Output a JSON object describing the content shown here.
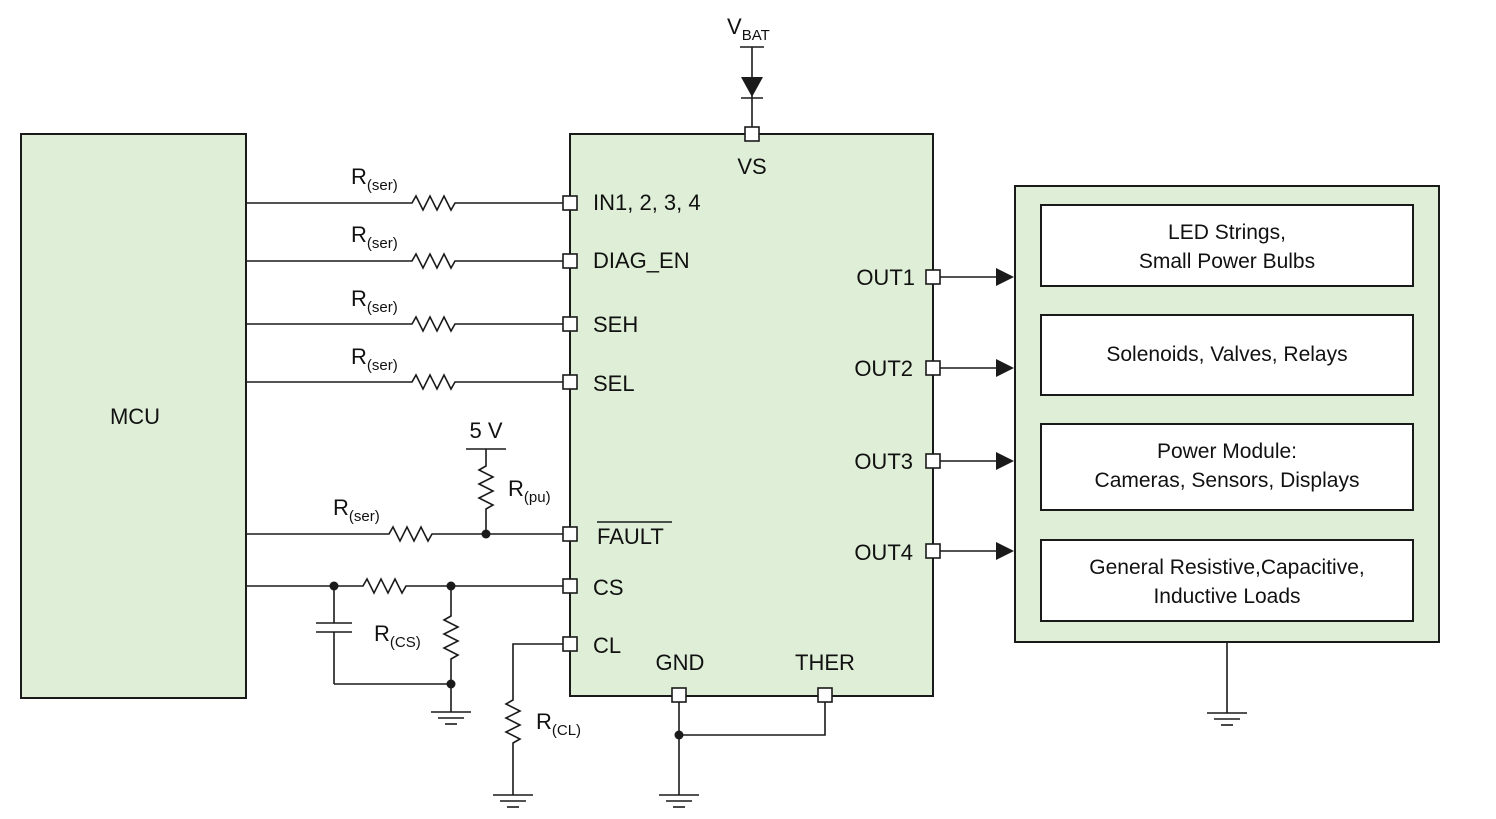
{
  "colors": {
    "block_fill": "#dfeed6",
    "load_fill": "#ffffff",
    "line": "#1a1a1a"
  },
  "mcu": {
    "label": "MCU"
  },
  "supply": {
    "vbat_main": "V",
    "vbat_sub": "BAT",
    "pullup_supply": "5 V"
  },
  "device": {
    "pins_left": [
      "IN1, 2, 3, 4",
      "DIAG_EN",
      "SEH",
      "SEL",
      "FAULT",
      "CS",
      "CL"
    ],
    "pin_top": "VS",
    "pins_bottom": [
      "GND",
      "THER"
    ],
    "pins_right": [
      "OUT1",
      "OUT2",
      "OUT3",
      "OUT4"
    ]
  },
  "resistors": {
    "r_main": "R",
    "ser_sub": "(ser)",
    "pu_sub": "(pu)",
    "cs_sub": "(CS)",
    "cl_sub": "(CL)"
  },
  "loads": [
    {
      "line1": "LED Strings,",
      "line2": "Small Power Bulbs"
    },
    {
      "line1": "Solenoids, Valves,  Relays",
      "line2": ""
    },
    {
      "line1": "Power Module:",
      "line2": "Cameras, Sensors, Displays"
    },
    {
      "line1": "General Resistive,Capacitive,",
      "line2": "Inductive Loads"
    }
  ]
}
